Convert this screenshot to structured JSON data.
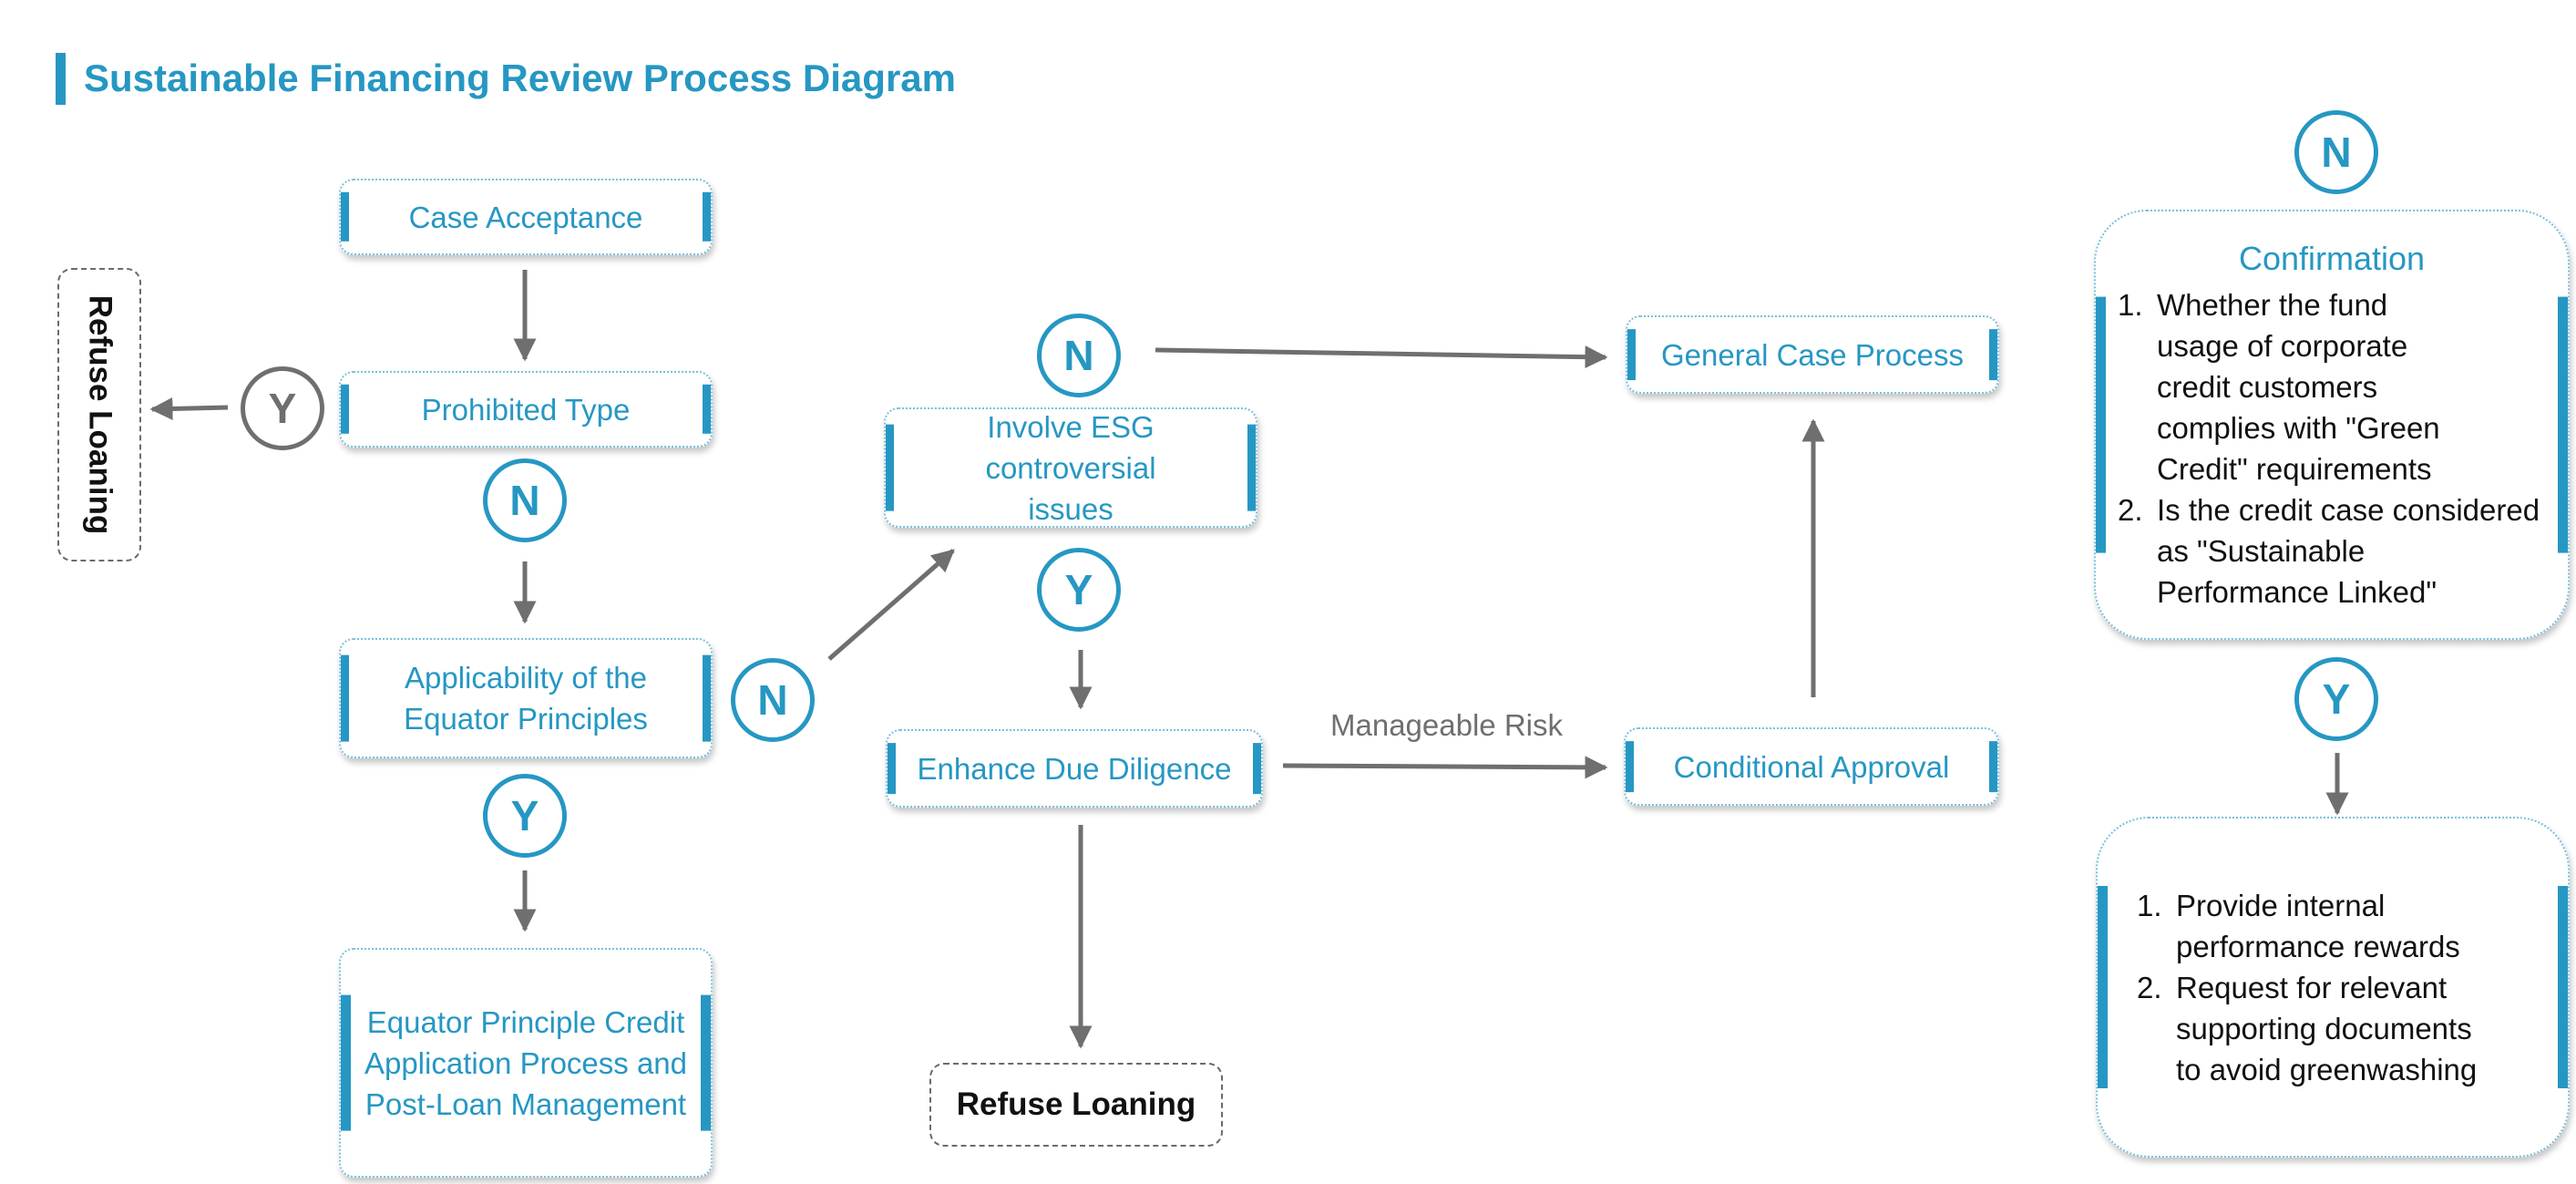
{
  "title": "Sustainable Financing Review Process Diagram",
  "nodes": {
    "case_acceptance": "Case Acceptance",
    "prohibited_type": "Prohibited Type",
    "applicability": "Applicability of the Equator Principles",
    "equator_process": "Equator Principle Credit Application Process and Post-Loan Management",
    "involve_esg": "Involve ESG controversial issues",
    "enhance_dd": "Enhance Due Diligence",
    "general_case": "General Case Process",
    "conditional_approval": "Conditional Approval",
    "refuse_left": "Refuse Loaning",
    "refuse_bottom": "Refuse Loaning"
  },
  "decisions": {
    "yes": "Y",
    "no": "N"
  },
  "edge_labels": {
    "manageable_risk": "Manageable Risk"
  },
  "confirmation": {
    "title": "Confirmation",
    "items": [
      {
        "num": "1.",
        "text": "Whether the fund usage of corporate credit customers complies with \"Green Credit\" requirements"
      },
      {
        "num": "2.",
        "text": "Is the credit case considered as \"Sustainable Performance Linked\""
      }
    ]
  },
  "rewards": {
    "items": [
      {
        "num": "1.",
        "text": "Provide internal performance rewards"
      },
      {
        "num": "2.",
        "text": "Request for relevant supporting documents to avoid greenwashing"
      }
    ]
  },
  "colors": {
    "accent": "#2697c3",
    "arrow": "#6f6f6f",
    "text": "#111111"
  }
}
